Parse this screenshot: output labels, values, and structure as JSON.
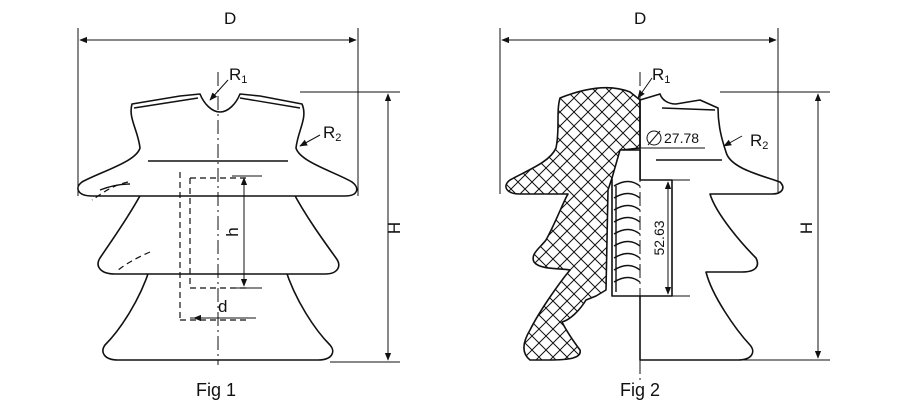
{
  "fig1": {
    "caption": "Fig 1",
    "labels": {
      "D": "D",
      "H": "H",
      "h": "h",
      "d": "d",
      "R1": "R",
      "R1_sub": "1",
      "R2": "R",
      "R2_sub": "2"
    }
  },
  "fig2": {
    "caption": "Fig 2",
    "labels": {
      "D": "D",
      "H": "H",
      "R1": "R",
      "R1_sub": "1",
      "R2": "R",
      "R2_sub": "2",
      "diameter": "27.78",
      "thread_len": "52.63"
    }
  },
  "colors": {
    "line": "#111111",
    "background": "#ffffff"
  }
}
